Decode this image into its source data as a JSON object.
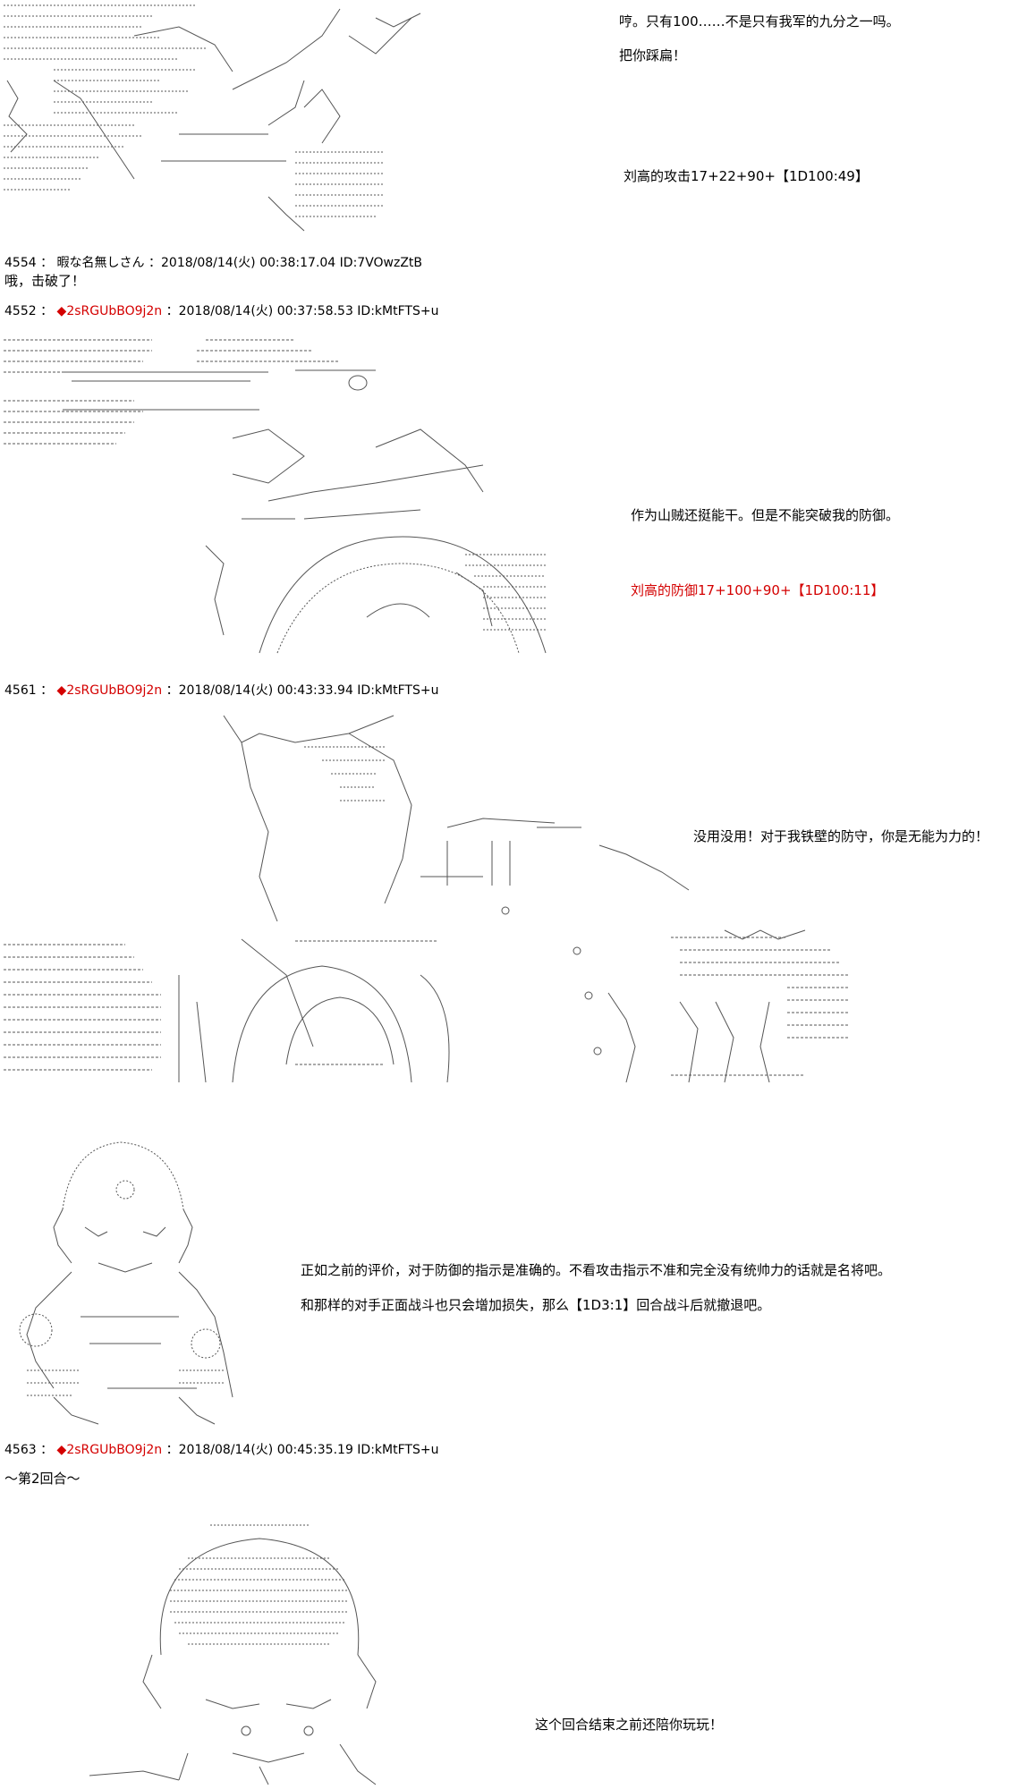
{
  "dialogs": {
    "scene1_line1": "哼。只有100……不是只有我军的九分之一吗。",
    "scene1_line2": "把你踩扁！",
    "scene1_roll": "刘高的攻击17+22+90+【1D100:49】",
    "scene2_line1": "作为山贼还挺能干。但是不能突破我的防御。",
    "scene2_roll": "刘高的防御17+100+90+【1D100:11】",
    "scene3_line1": "没用没用！对于我铁壁的防守，你是无能为力的！",
    "scene4_line1": "正如之前的评价，对于防御的指示是准确的。不看攻击指示不准和完全没有统帅力的话就是名将吧。",
    "scene4_line2": "和那样的对手正面战斗也只会增加损失，那么【1D3:1】回合战斗后就撤退吧。",
    "scene5_line1": "这个回合结束之前还陪你玩玩！"
  },
  "posts": [
    {
      "number": "4554",
      "separator": "：",
      "name": "暇な名無しさん",
      "trip": "",
      "datetime": "：2018/08/14(火) 00:38:17.04 ID:7VOwzZtB",
      "body": "哦，击破了！"
    },
    {
      "number": "4552",
      "separator": "：",
      "name": "",
      "trip": "◆2sRGUbBO9j2n",
      "datetime": "：2018/08/14(火) 00:37:58.53 ID:kMtFTS+u",
      "body": ""
    },
    {
      "number": "4561",
      "separator": "：",
      "name": "",
      "trip": "◆2sRGUbBO9j2n",
      "datetime": "：2018/08/14(火) 00:43:33.94 ID:kMtFTS+u",
      "body": ""
    },
    {
      "number": "4563",
      "separator": "：",
      "name": "",
      "trip": "◆2sRGUbBO9j2n",
      "datetime": "：2018/08/14(火) 00:45:35.19 ID:kMtFTS+u",
      "body": "～第2回合～"
    }
  ],
  "colors": {
    "trip": "#d40000",
    "roll_red": "#d40000",
    "text": "#000000",
    "background": "#ffffff"
  }
}
